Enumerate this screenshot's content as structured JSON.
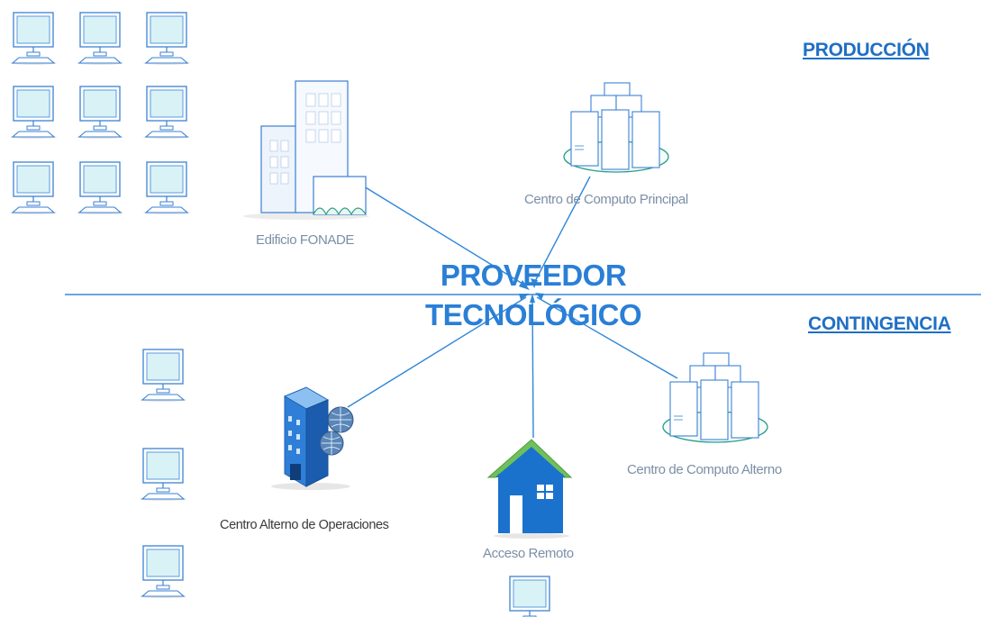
{
  "sections": {
    "production": "PRODUCCIÓN",
    "contingency": "CONTINGENCIA"
  },
  "center": {
    "line1": "PROVEEDOR",
    "line2": "TECNOLÓGICO"
  },
  "nodes": {
    "fonade": "Edificio FONADE",
    "main_datacenter": "Centro de Computo Principal",
    "alt_datacenter": "Centro de Computo Alterno",
    "alt_operations": "Centro Alterno de Operaciones",
    "remote_access": "Acceso Remoto"
  },
  "colors": {
    "accent": "#2a7fd6",
    "line": "#2f86d8",
    "building_fill": "#eef4fc",
    "building_stroke": "#3a7fd0",
    "monitor_screen": "#d9f2f6"
  },
  "icons": {
    "workstation": "computer-monitor-icon",
    "office": "office-building-icon",
    "datacenter": "server-cluster-icon",
    "operations": "network-building-icon",
    "home": "house-icon"
  }
}
